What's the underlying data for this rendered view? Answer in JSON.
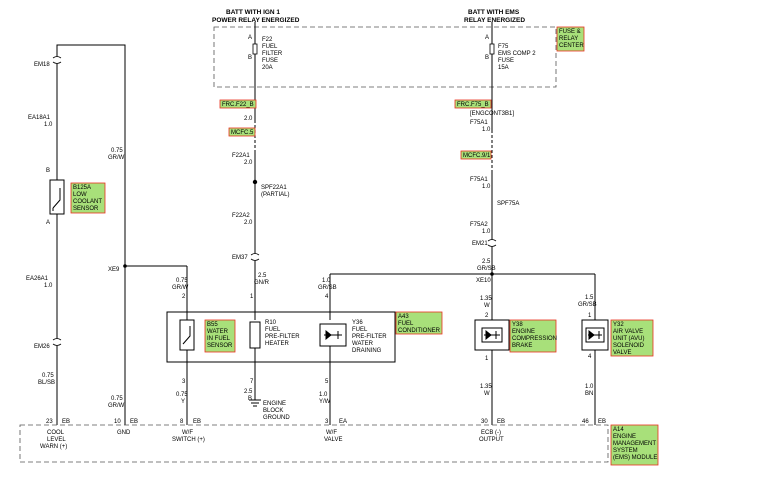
{
  "colors": {
    "wire": "#000000",
    "tag_fill": "#a8e07a",
    "tag_border": "#e8321e",
    "dash": "#555555"
  },
  "headers": {
    "ign": [
      "BATT WITH IGN 1",
      "POWER RELAY ENERGIZED"
    ],
    "ems": [
      "BATT WITH EMS",
      "RELAY ENERGIZED"
    ]
  },
  "fuse_box": {
    "tag": [
      "FUSE &",
      "RELAY",
      "CENTER"
    ],
    "f22": {
      "id": "F22",
      "lines": [
        "F22",
        "FUEL",
        "FILTER",
        "FUSE",
        "20A"
      ],
      "pin_top": "A",
      "pin_bottom": "B"
    },
    "f75": {
      "id": "F75",
      "lines": [
        "F75",
        "EMS COMP 2",
        "FUSE",
        "15A"
      ],
      "pin_top": "A",
      "pin_bottom": "B"
    }
  },
  "left_branch": {
    "em18": "EM18",
    "ea18a1": [
      "EA18A1",
      "1.0"
    ],
    "sensor_tag": [
      "B125A",
      "LOW",
      "COOLANT",
      "SENSOR"
    ],
    "pin_b": "B",
    "pin_a": "A",
    "ea26a1": [
      "EA26A1",
      "1.0"
    ],
    "em26": "EM26",
    "wire_075_blsb": [
      "0.75",
      "BL/SB"
    ],
    "wire_075_grw_top": [
      "0.75",
      "GR/W"
    ],
    "xe9": "XE9",
    "wire_075_grw_bot": [
      "0.75",
      "GR/W"
    ]
  },
  "f22_branch": {
    "frc": "FRC.F22_B",
    "w20a": "2.0",
    "mcfc": "MCFC.5",
    "f22a1": [
      "F22A1",
      "2.0"
    ],
    "spf": [
      "SPF22A1",
      "(PARTIAL)"
    ],
    "f22a2": [
      "F22A2",
      "2.0"
    ],
    "em37": "EM37",
    "w25": [
      "2.5",
      "GN/R"
    ]
  },
  "f75_branch": {
    "frc": "FRC.F75_B",
    "engcont": "[ENGCONT3B1]",
    "f75a1a": [
      "F75A1",
      "1.0"
    ],
    "mcfc": "MCFC.9/1",
    "f75a1b": [
      "F75A1",
      "1.0"
    ],
    "spf": "SPF75A",
    "f75a2": [
      "F75A2",
      "1.0"
    ],
    "em21": "EM21",
    "w25": [
      "2.5",
      "GR/SB"
    ],
    "xe10": "XE10"
  },
  "fuel_conditioner": {
    "tag": [
      "A43",
      "FUEL",
      "CONDITIONER"
    ],
    "b55": [
      "B55",
      "WATER",
      "IN FUEL",
      "SENSOR"
    ],
    "r10": [
      "R10",
      "FUEL",
      "PRE-FILTER",
      "HEATER"
    ],
    "y36": [
      "Y36",
      "FUEL",
      "PRE-FILTER",
      "WATER",
      "DRAINING"
    ],
    "w_in_b55": [
      "0.75",
      "GR/W"
    ],
    "w_in_y36": [
      "1.0",
      "GR/SB"
    ],
    "pins_top": [
      "2",
      "1",
      "4"
    ],
    "pins_bottom": [
      "3",
      "7",
      "5"
    ],
    "w_out_b55": [
      "0.75",
      "Y"
    ],
    "w_out_r10": [
      "2.5",
      "B"
    ],
    "w_out_y36": [
      "1.0",
      "Y/W"
    ],
    "ground": [
      "ENGINE",
      "BLOCK",
      "GROUND"
    ]
  },
  "y38": {
    "tag": [
      "Y38",
      "ENGINE",
      "COMPRESSION",
      "BRAKE"
    ],
    "w_in": [
      "1.35",
      "W"
    ],
    "pin_top": "2",
    "pin_bottom": "1",
    "w_out": [
      "1.35",
      "W"
    ]
  },
  "y32": {
    "tag": [
      "Y32",
      "AIR VALVE",
      "UNIT (AVU)",
      "SOLENOID",
      "VALVE"
    ],
    "w_in": [
      "1.5",
      "GR/SB"
    ],
    "pin_top": "1",
    "pin_bottom": "4",
    "w_out": [
      "1.0",
      "BN"
    ]
  },
  "ecm": {
    "tag": [
      "A14",
      "ENGINE",
      "MANAGEMENT",
      "SYSTEM",
      "(EMS) MODULE"
    ],
    "pins": [
      {
        "num": "23",
        "conn": "EB",
        "label": [
          "COOL",
          "LEVEL",
          "WARN (+)"
        ]
      },
      {
        "num": "10",
        "conn": "EB",
        "label": [
          "GND"
        ]
      },
      {
        "num": "8",
        "conn": "EB",
        "label": [
          "W/F",
          "SWITCH (+)"
        ]
      },
      {
        "num": "3",
        "conn": "EA",
        "label": [
          "W/F",
          "VALVE"
        ]
      },
      {
        "num": "30",
        "conn": "EB",
        "label": [
          "ECB (-)",
          "OUTPUT"
        ]
      },
      {
        "num": "46",
        "conn": "EB",
        "label": []
      }
    ]
  }
}
